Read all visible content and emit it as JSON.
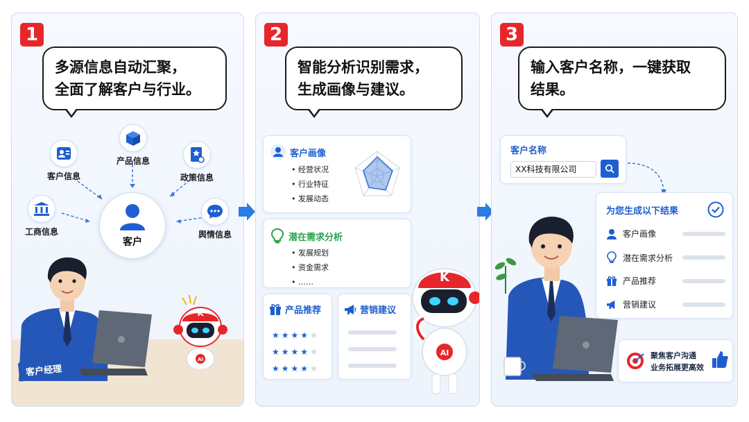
{
  "steps": [
    {
      "number": "1",
      "bubble_line1": "多源信息自动汇聚，",
      "bubble_line2": "全面了解客户与行业。",
      "center_label": "客户",
      "nodes": {
        "customer_info": "客户信息",
        "product_info": "产品信息",
        "policy_info": "政策信息",
        "business_info": "工商信息",
        "sentiment_info": "舆情信息"
      },
      "manager_tag": "客户经理"
    },
    {
      "number": "2",
      "bubble_line1": "智能分析识别需求，",
      "bubble_line2": "生成画像与建议。",
      "profile_card": {
        "title": "客户画像",
        "items": [
          "经营状况",
          "行业特征",
          "发展动态"
        ]
      },
      "needs_card": {
        "title": "潜在需求分析",
        "items": [
          "发展规划",
          "资金需求",
          "……"
        ]
      },
      "product_card": {
        "title": "产品推荐"
      },
      "marketing_card": {
        "title": "营销建议"
      },
      "ratings": [
        4,
        4,
        4
      ]
    },
    {
      "number": "3",
      "bubble_line1": "输入客户名称，一键获取",
      "bubble_line2": "结果。",
      "search": {
        "label": "客户名称",
        "value": "XX科技有限公司"
      },
      "results": {
        "title": "为您生成以下结果",
        "items": [
          "客户画像",
          "潜在需求分析",
          "产品推荐",
          "营销建议"
        ]
      },
      "footer_line1": "聚焦客户沟通",
      "footer_line2": "业务拓展更高效"
    }
  ],
  "colors": {
    "accent": "#1d5fd0",
    "badge": "#e7262b",
    "green": "#2aa14a"
  },
  "icons": [
    "user-icon",
    "cube-icon",
    "policy-icon",
    "bank-icon",
    "chat-icon",
    "bulb-icon",
    "gift-icon",
    "megaphone-icon",
    "search-icon",
    "check-icon",
    "target-icon",
    "thumbs-up-icon"
  ]
}
